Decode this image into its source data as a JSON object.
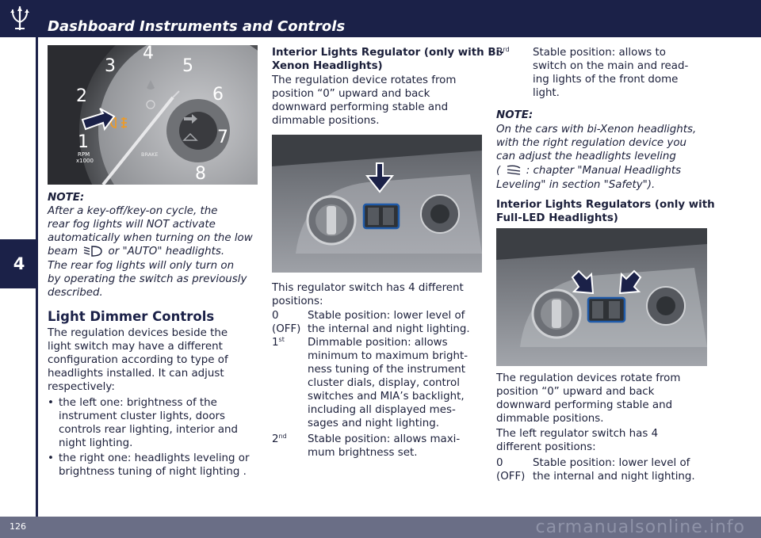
{
  "header": {
    "title": "Dashboard Instruments and Controls"
  },
  "chapter": "4",
  "footer": {
    "page": "126",
    "watermark": "carmanualsonline.info"
  },
  "col1": {
    "gauge": {
      "numbers": [
        "1",
        "2",
        "3",
        "4",
        "5",
        "6",
        "7",
        "8"
      ],
      "rpm": "RPM",
      "rpm_unit": "x1000",
      "brake": "BRAKE"
    },
    "note_label": "NOTE:",
    "note_lines": [
      "After a key-off/key-on cycle, the",
      "rear fog lights will NOT activate",
      "automatically when turning on the low"
    ],
    "note_beam_pre": "beam",
    "note_beam_post": "or \"AUTO\" headlights.",
    "note_lines2": [
      "The rear fog lights will only turn on",
      "by operating the switch as previously",
      "described."
    ],
    "heading": "Light Dimmer Controls",
    "body_lines": [
      "The regulation devices beside the",
      "light switch may have a different",
      "configuration according to type of",
      "headlights installed. It can adjust",
      "respectively:"
    ],
    "bullets": [
      {
        "dot": "•",
        "lines": [
          "the left one: brightness of the",
          "instrument cluster lights, doors",
          "controls rear lighting, interior and",
          "night lighting."
        ]
      },
      {
        "dot": "•",
        "lines": [
          "the right one: headlights leveling or",
          "brightness tuning of night lighting ."
        ]
      }
    ]
  },
  "col2": {
    "heading_lines": [
      "Interior Lights Regulator (only with Bi-",
      "Xenon Headlights)"
    ],
    "intro_lines": [
      "The regulation device rotates from",
      "position “0” upward and back",
      "downward performing stable and",
      "dimmable positions."
    ],
    "count_lines": [
      "This regulator switch has 4 different",
      "positions:"
    ],
    "positions": [
      {
        "key": "0",
        "key2": "(OFF)",
        "lines": [
          "Stable position: lower level of",
          "the internal and night lighting."
        ]
      },
      {
        "key": "1",
        "sup": "st",
        "lines": [
          "Dimmable position: allows",
          "minimum to maximum bright-",
          "ness tuning of the instrument",
          "cluster dials, display, control",
          "switches and MIA’s backlight,",
          "including all displayed mes-",
          "sages and night lighting."
        ]
      },
      {
        "key": "2",
        "sup": "nd",
        "lines": [
          "Stable position: allows maxi-",
          "mum brightness set."
        ]
      }
    ]
  },
  "col3": {
    "pos3": {
      "key": "3",
      "sup": "rd",
      "lines": [
        "Stable position: allows to",
        "switch on the main and read-",
        "ing lights of the front dome",
        "light."
      ]
    },
    "note_label": "NOTE:",
    "note_lines": [
      "On the cars with bi-Xenon headlights,",
      "with the right regulation device you",
      "can adjust the headlights leveling"
    ],
    "note_ref_pre": "(",
    "note_ref_post": ": chapter \"Manual Headlights",
    "note_line_last": "Leveling\" in section \"Safety\").",
    "heading_lines": [
      "Interior Lights Regulators (only with",
      "Full-LED Headlights)"
    ],
    "body_lines": [
      "The regulation devices rotate from",
      "position “0” upward and back",
      "downward performing stable and",
      "dimmable positions.",
      "The left regulator switch has 4",
      "different positions:"
    ],
    "pos0": {
      "key": "0",
      "key2": "(OFF)",
      "lines": [
        "Stable position: lower level of",
        "the internal and night lighting."
      ]
    }
  },
  "colors": {
    "navy": "#1b2148",
    "footer": "#6a6e86",
    "accent_blue": "#1f5aa8"
  }
}
